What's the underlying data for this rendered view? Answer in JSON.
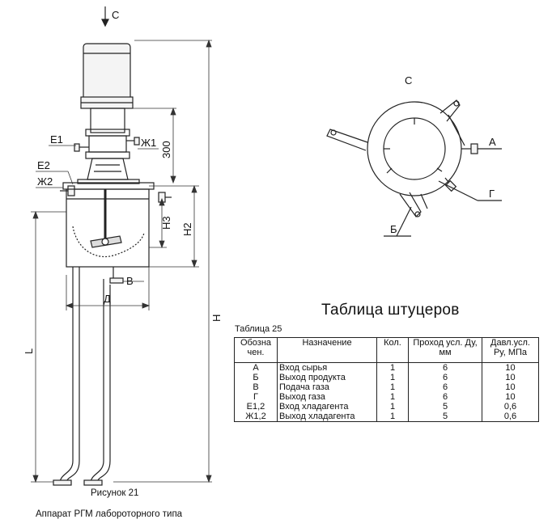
{
  "figure": {
    "view_label": "С",
    "dim_300": "300",
    "dim_H": "Н",
    "dim_H2": "Н2",
    "dim_H3": "Н3",
    "dim_L": "L",
    "dim_D": "Д",
    "label_E1": "Е1",
    "label_Zh1": "Ж1",
    "label_E2": "Е2",
    "label_Zh2": "Ж2",
    "label_V": "В",
    "caption_number": "Рисунок 21",
    "caption_title": "Аппарат РГМ лабороторного типа"
  },
  "top_view": {
    "view_label": "С",
    "label_A": "А",
    "label_B": "Б",
    "label_G": "Г"
  },
  "table": {
    "heading": "Таблица штуцеров",
    "number": "Таблица 25",
    "columns": [
      "Обозна чен.",
      "Назначение",
      "Кол.",
      "Проход усл. Ду, мм",
      "Давл.усл. Ру, МПа"
    ],
    "rows": [
      {
        "code": "А",
        "name": "Вход сырья",
        "qty": "1",
        "dn": "6",
        "pn": "10"
      },
      {
        "code": "Б",
        "name": "Выход продукта",
        "qty": "1",
        "dn": "6",
        "pn": "10"
      },
      {
        "code": "В",
        "name": "Подача газа",
        "qty": "1",
        "dn": "6",
        "pn": "10"
      },
      {
        "code": "Г",
        "name": "Выход газа",
        "qty": "1",
        "dn": "6",
        "pn": "10"
      },
      {
        "code": "Е1,2",
        "name": "Вход хладагента",
        "qty": "1",
        "dn": "5",
        "pn": "0,6"
      },
      {
        "code": "Ж1,2",
        "name": "Выход хладагента",
        "qty": "1",
        "dn": "5",
        "pn": "0,6"
      }
    ]
  }
}
